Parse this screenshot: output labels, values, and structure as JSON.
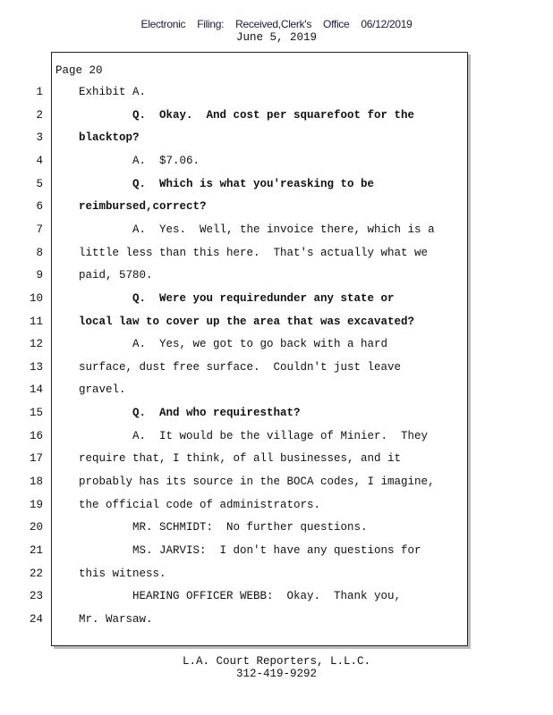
{
  "header": {
    "filing": "Electronic Filing: Received,Clerk's Office 06/12/2019",
    "date": "June 5, 2019"
  },
  "page_label": "Page 20",
  "lines": [
    {
      "n": "1",
      "t": "Exhibit A.",
      "b": false
    },
    {
      "n": "2",
      "t": "        Q.  Okay.  And cost per squarefoot for the",
      "b": true
    },
    {
      "n": "3",
      "t": "blacktop?",
      "b": true
    },
    {
      "n": "4",
      "t": "        A.  $7.06.",
      "b": false
    },
    {
      "n": "5",
      "t": "        Q.  Which is what you'reasking to be",
      "b": true
    },
    {
      "n": "6",
      "t": "reimbursed,correct?",
      "b": true
    },
    {
      "n": "7",
      "t": "        A.  Yes.  Well, the invoice there, which is a",
      "b": false
    },
    {
      "n": "8",
      "t": "little less than this here.  That's actually what we",
      "b": false
    },
    {
      "n": "9",
      "t": "paid, 5780.",
      "b": false
    },
    {
      "n": "10",
      "t": "        Q.  Were you requiredunder any state or",
      "b": true
    },
    {
      "n": "11",
      "t": "local law to cover up the area that was excavated?",
      "b": true
    },
    {
      "n": "12",
      "t": "        A.  Yes, we got to go back with a hard",
      "b": false
    },
    {
      "n": "13",
      "t": "surface, dust free surface.  Couldn't just leave",
      "b": false
    },
    {
      "n": "14",
      "t": "gravel.",
      "b": false
    },
    {
      "n": "15",
      "t": "        Q.  And who requiresthat?",
      "b": true
    },
    {
      "n": "16",
      "t": "        A.  It would be the village of Minier.  They",
      "b": false
    },
    {
      "n": "17",
      "t": "require that, I think, of all businesses, and it",
      "b": false
    },
    {
      "n": "18",
      "t": "probably has its source in the BOCA codes, I imagine,",
      "b": false
    },
    {
      "n": "19",
      "t": "the official code of administrators.",
      "b": false
    },
    {
      "n": "20",
      "t": "        MR. SCHMIDT:  No further questions.",
      "b": false
    },
    {
      "n": "21",
      "t": "        MS. JARVIS:  I don't have any questions for",
      "b": false
    },
    {
      "n": "22",
      "t": "this witness.",
      "b": false
    },
    {
      "n": "23",
      "t": "        HEARING OFFICER WEBB:  Okay.  Thank you,",
      "b": false
    },
    {
      "n": "24",
      "t": "Mr. Warsaw.",
      "b": false
    }
  ],
  "footer": {
    "company": "L.A. Court Reporters, L.L.C.",
    "phone": "312-419-9292"
  }
}
